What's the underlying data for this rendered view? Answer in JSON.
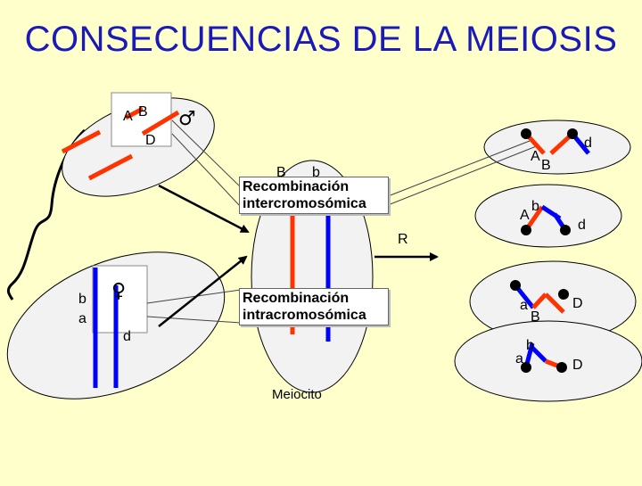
{
  "title": "CONSECUENCIAS DE LA MEIOSIS",
  "colors": {
    "background": "#FFFFCC",
    "title": "#1A1AB8",
    "red_chromosome": "#FF3300",
    "blue_chromosome": "#0000FF",
    "cell_fill": "#F2F2F2",
    "centromere": "#000000"
  },
  "male_cell": {
    "symbol": "♂",
    "labels": {
      "a": "A",
      "b": "B",
      "d": "D"
    }
  },
  "female_cell": {
    "symbol": "♀",
    "labels": {
      "b": "b",
      "a": "a",
      "d": "d"
    }
  },
  "meiocyte": {
    "label": "Meiocito",
    "partial_labels": {
      "b_upper": "B",
      "b_lower": "b"
    }
  },
  "callouts": {
    "inter": [
      "Recombinación",
      "intercromosómica"
    ],
    "intra": [
      "Recombinación",
      "intracromosómica"
    ]
  },
  "arrow_label": "R",
  "gametes": [
    {
      "labels": {
        "a": "A",
        "b": "B",
        "d": "d"
      }
    },
    {
      "labels": {
        "a": "A",
        "b": "b",
        "d": "d"
      }
    },
    {
      "labels": {
        "a": "a",
        "b": "B",
        "d": "D"
      }
    },
    {
      "labels": {
        "a": "a",
        "b": "b",
        "d": "D"
      }
    }
  ]
}
